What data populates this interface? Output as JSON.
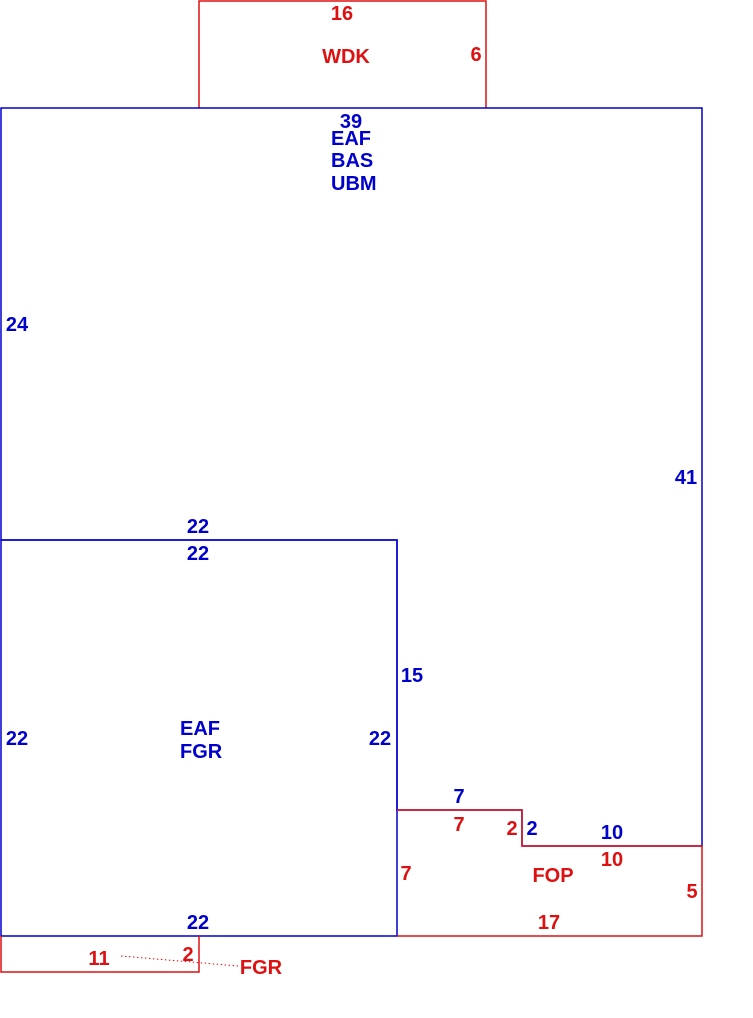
{
  "colors": {
    "main_structure": "#0000cc",
    "additions": "#dd1111",
    "background": "#ffffff"
  },
  "areas": {
    "wdk": {
      "code": "WDK",
      "top": "16",
      "right": "6"
    },
    "main": {
      "codes": [
        "EAF",
        "BAS",
        "UBM"
      ],
      "top": "39",
      "left": "24",
      "right": "41",
      "bottom_inner": "22",
      "step_right": "15",
      "step_top": "7",
      "step_drop": "2",
      "step_bottom": "10"
    },
    "lower_left": {
      "codes": [
        "EAF",
        "FGR"
      ],
      "top": "22",
      "left": "22",
      "right": "22",
      "bottom": "22"
    },
    "fop": {
      "code": "FOP",
      "top_left": "7",
      "drop": "2",
      "top_right": "10",
      "left": "7",
      "right": "5",
      "bottom": "17"
    },
    "fgr": {
      "code": "FGR",
      "bottom": "11",
      "right": "2"
    }
  }
}
